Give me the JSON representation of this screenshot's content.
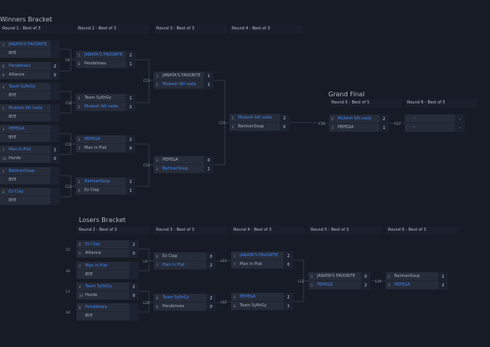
{
  "winners": {
    "title": "Winners Bracket",
    "rounds": [
      {
        "label": "Round 1 - Best of 3",
        "matches": [
          {
            "label": "",
            "teams": [
              {
                "seed": "1",
                "name": "JANATA'S FAVORITE",
                "score": "",
                "win": true
              },
              {
                "seed": "",
                "name": "BYE",
                "score": "",
                "win": false
              }
            ]
          },
          {
            "label": "",
            "teams": [
              {
                "seed": "8",
                "name": "Pendehoes",
                "score": "2",
                "win": true
              },
              {
                "seed": "9",
                "name": "Alliance",
                "score": "0",
                "win": false
              }
            ]
          },
          {
            "label": "",
            "teams": [
              {
                "seed": "4",
                "name": "Team SyNrGy",
                "score": "",
                "win": true
              },
              {
                "seed": "",
                "name": "BYE",
                "score": "",
                "win": false
              }
            ]
          },
          {
            "label": "",
            "teams": [
              {
                "seed": "5",
                "name": "Mukesh Idli vada",
                "score": "",
                "win": true
              },
              {
                "seed": "",
                "name": "BYE",
                "score": "",
                "win": false
              }
            ]
          },
          {
            "label": "",
            "teams": [
              {
                "seed": "3",
                "name": "PEPEGA",
                "score": "",
                "win": true
              },
              {
                "seed": "",
                "name": "BYE",
                "score": "",
                "win": false
              }
            ]
          },
          {
            "label": "",
            "teams": [
              {
                "seed": "7",
                "name": "Man in Plat",
                "score": "2",
                "win": true
              },
              {
                "seed": "10",
                "name": "Horde",
                "score": "0",
                "win": false
              }
            ]
          },
          {
            "label": "",
            "teams": [
              {
                "seed": "2",
                "name": "BatmanSoup",
                "score": "",
                "win": true
              },
              {
                "seed": "",
                "name": "BYE",
                "score": "",
                "win": false
              }
            ]
          },
          {
            "label": "",
            "teams": [
              {
                "seed": "6",
                "name": "Ez Clap",
                "score": "",
                "win": true
              },
              {
                "seed": "",
                "name": "BYE",
                "score": "",
                "win": false
              }
            ]
          }
        ]
      },
      {
        "label": "Round 2 - Best of 3",
        "matches": [
          {
            "label": "C9",
            "teams": [
              {
                "seed": "1",
                "name": "JANATA'S FAVORITE",
                "score": "2",
                "win": true
              },
              {
                "seed": "8",
                "name": "Pendehoes",
                "score": "1",
                "win": false
              }
            ]
          },
          {
            "label": "C10",
            "teams": [
              {
                "seed": "4",
                "name": "Team SyNrGy",
                "score": "1",
                "win": false
              },
              {
                "seed": "5",
                "name": "Mukesh Idli vada",
                "score": "2",
                "win": true
              }
            ]
          },
          {
            "label": "C11",
            "teams": [
              {
                "seed": "3",
                "name": "PEPEGA",
                "score": "2",
                "win": true
              },
              {
                "seed": "7",
                "name": "Man in Plat",
                "score": "0",
                "win": false
              }
            ]
          },
          {
            "label": "C12",
            "teams": [
              {
                "seed": "2",
                "name": "BatmanSoup",
                "score": "2",
                "win": true
              },
              {
                "seed": "6",
                "name": "Ez Clap",
                "score": "1",
                "win": false
              }
            ]
          }
        ]
      },
      {
        "label": "Round 3 - Best of 3",
        "matches": [
          {
            "label": "C13",
            "teams": [
              {
                "seed": "1",
                "name": "JANATA'S FAVORITE",
                "score": "1",
                "win": false
              },
              {
                "seed": "5",
                "name": "Mukesh Idli vada",
                "score": "2",
                "win": true
              }
            ]
          },
          {
            "label": "C14",
            "teams": [
              {
                "seed": "3",
                "name": "PEPEGA",
                "score": "0",
                "win": false
              },
              {
                "seed": "2",
                "name": "BatmanSoup",
                "score": "2",
                "win": true
              }
            ]
          }
        ]
      },
      {
        "label": "Round 4 - Best of 3",
        "matches": [
          {
            "label": "C15",
            "teams": [
              {
                "seed": "5",
                "name": "Mukesh Idli vada",
                "score": "2",
                "win": true
              },
              {
                "seed": "2",
                "name": "BatmanSoup",
                "score": "0",
                "win": false
              }
            ]
          }
        ]
      }
    ]
  },
  "grand_final": {
    "title": "Grand Final",
    "rounds": [
      {
        "label": "Round 5 - Best of 5",
        "matches": [
          {
            "label": "C16",
            "teams": [
              {
                "seed": "5",
                "name": "Mukesh Idli vada",
                "score": "2",
                "win": true
              },
              {
                "seed": "3",
                "name": "PEPEGA",
                "score": "1",
                "win": false
              }
            ]
          }
        ]
      },
      {
        "label": "Round 6 - Best of 5",
        "matches": [
          {
            "label": "C17",
            "teams": [
              {
                "seed": "",
                "name": "-",
                "score": "-",
                "win": false
              },
              {
                "seed": "",
                "name": "-",
                "score": "-",
                "win": false
              }
            ]
          }
        ]
      }
    ]
  },
  "losers": {
    "title": "Losers Bracket",
    "rounds": [
      {
        "label": "Round 2 - Best of 3",
        "matches": [
          {
            "label": "L5",
            "teams": [
              {
                "seed": "6",
                "name": "Ez Clap",
                "score": "2",
                "win": true
              },
              {
                "seed": "9",
                "name": "Alliance",
                "score": "0",
                "win": false
              }
            ]
          },
          {
            "label": "L6",
            "teams": [
              {
                "seed": "7",
                "name": "Man in Plat",
                "score": "",
                "win": true
              },
              {
                "seed": "",
                "name": "BYE",
                "score": "",
                "win": false
              }
            ]
          },
          {
            "label": "L7",
            "teams": [
              {
                "seed": "4",
                "name": "Team SyNrGy",
                "score": "2",
                "win": true
              },
              {
                "seed": "10",
                "name": "Horde",
                "score": "0",
                "win": false
              }
            ]
          },
          {
            "label": "L8",
            "teams": [
              {
                "seed": "8",
                "name": "Pendehoes",
                "score": "",
                "win": true
              },
              {
                "seed": "",
                "name": "BYE",
                "score": "",
                "win": false
              }
            ]
          }
        ]
      },
      {
        "label": "Round 3 - Best of 3",
        "matches": [
          {
            "label": "L9",
            "teams": [
              {
                "seed": "6",
                "name": "Ez Clap",
                "score": "0",
                "win": false
              },
              {
                "seed": "7",
                "name": "Man in Plat",
                "score": "2",
                "win": true
              }
            ]
          },
          {
            "label": "L10",
            "teams": [
              {
                "seed": "4",
                "name": "Team SyNrGy",
                "score": "2",
                "win": true
              },
              {
                "seed": "8",
                "name": "Pendehoes",
                "score": "0",
                "win": false
              }
            ]
          }
        ]
      },
      {
        "label": "Round 4 - Best of 3",
        "matches": [
          {
            "label": "L11",
            "teams": [
              {
                "seed": "1",
                "name": "JANATA'S FAVORITE",
                "score": "2",
                "win": true
              },
              {
                "seed": "7",
                "name": "Man in Plat",
                "score": "0",
                "win": false
              }
            ]
          },
          {
            "label": "L12",
            "teams": [
              {
                "seed": "3",
                "name": "PEPEGA",
                "score": "2",
                "win": true
              },
              {
                "seed": "4",
                "name": "Team SyNrGy",
                "score": "1",
                "win": false
              }
            ]
          }
        ]
      },
      {
        "label": "Round 5 - Best of 3",
        "matches": [
          {
            "label": "L13",
            "teams": [
              {
                "seed": "1",
                "name": "JANATA'S FAVORITE",
                "score": "0",
                "win": false
              },
              {
                "seed": "3",
                "name": "PEPEGA",
                "score": "2",
                "win": true
              }
            ]
          }
        ]
      },
      {
        "label": "Round 6 - Best of 3",
        "matches": [
          {
            "label": "L14",
            "teams": [
              {
                "seed": "2",
                "name": "BatmanSoup",
                "score": "1",
                "win": false
              },
              {
                "seed": "3",
                "name": "PEPEGA",
                "score": "2",
                "win": true
              }
            ]
          }
        ]
      }
    ]
  },
  "colors": {
    "background": "#171b26",
    "row": "#272c3a",
    "winner_text": "#3d86f2",
    "line": "#3a404d"
  }
}
